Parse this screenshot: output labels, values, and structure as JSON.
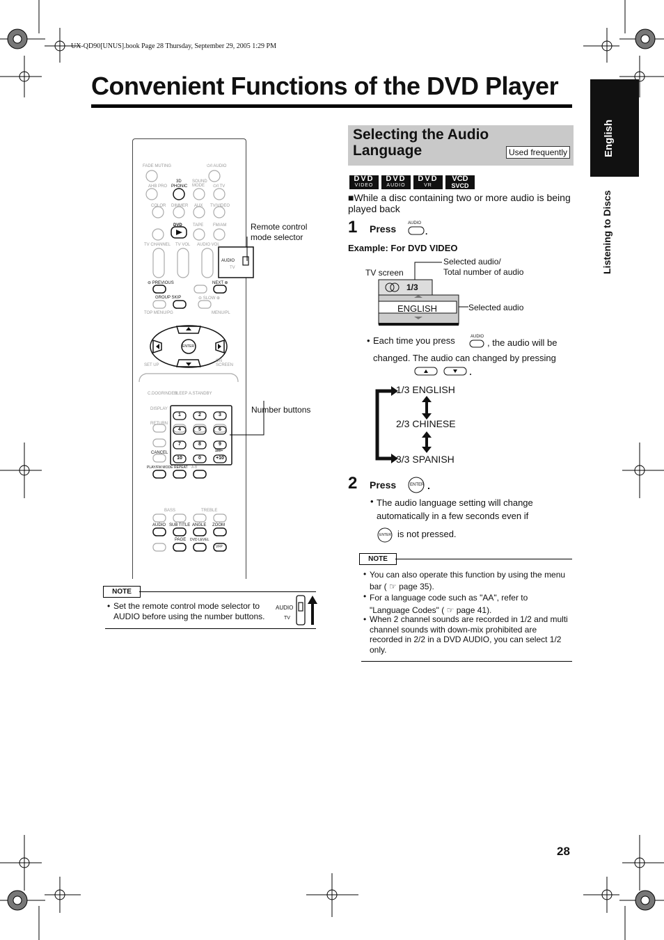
{
  "header": {
    "book_line": "UX-QD90[UNUS].book  Page 28  Thursday, September 29, 2005  1:29 PM"
  },
  "page": {
    "title": "Convenient Functions of the DVD Player",
    "number": "28"
  },
  "sidebar": {
    "tab_label": "English",
    "section_label": "Listening to Discs"
  },
  "remote": {
    "callouts": {
      "mode_selector": "Remote control\nmode selector",
      "number_buttons": "Number buttons"
    },
    "labels": {
      "fade_muting": "FADE MUTING",
      "audio_power": "⏻/I AUDIO",
      "three_d": "3D",
      "phonic": "PHONIC",
      "sound_mode": "SOUND MODE",
      "ahb_pro": "AHB PRO",
      "tv_power": "⏻/I TV",
      "color": "COLOR",
      "dimmer": "DIMMER",
      "aux": "AUX",
      "tv_video": "TV/VIDEO",
      "dvd": "DVD",
      "tape": "TAPE",
      "fm_am": "FM/AM",
      "tv_channel": "TV CHANNEL",
      "tv_vol": "TV VOL",
      "audio_vol": "AUDIO VOL",
      "switch_audio": "AUDIO",
      "switch_tv": "TV",
      "previous": "⊖ PREVIOUS",
      "next": "NEXT ⊕",
      "group_skip": "GROUP SKIP",
      "slow": "⊖ SLOW ⊕",
      "top_menu": "TOP MENU/PG",
      "menu_pl": "MENU/PL",
      "enter": "ENTER",
      "set_up": "SET UP",
      "on_screen": "ON SCREEN",
      "c_dogrinder": "C.DOGRINDER",
      "sleep": "SLEEP",
      "a_standby": "A.STANDBY",
      "display": "DISPLAY",
      "return": "RETURN",
      "cancel": "CANCEL",
      "play_fm_mode": "PLAY/FM MODE",
      "repeat": "REPEAT",
      "a_b": "A-B",
      "bass": "BASS",
      "treble": "TREBLE",
      "audio": "AUDIO",
      "subtitle": "SUB TITLE",
      "angle": "ANGLE",
      "zoom": "ZOOM",
      "page": "PAGE",
      "dvd_level": "DVD LEVEL",
      "vfp": "VFP"
    },
    "numbers": [
      "1",
      "2",
      "3",
      "4",
      "5",
      "6",
      "7",
      "8",
      "9",
      "10",
      "0",
      "+10"
    ],
    "num_extra": "100+"
  },
  "left_note": {
    "label": "NOTE",
    "bullet": "Set the remote control mode selector to AUDIO before using the number buttons.",
    "switch_audio": "AUDIO",
    "switch_tv": "TV"
  },
  "section": {
    "heading": "Selecting the Audio Language",
    "badge": "Used frequently",
    "logos": [
      {
        "top": "DVD",
        "bottom": "VIDEO"
      },
      {
        "top": "DVD",
        "bottom": "AUDIO"
      },
      {
        "top": "DVD",
        "bottom": "VR"
      },
      {
        "top": "VCD",
        "bottom": "SVCD"
      }
    ],
    "intro": "■While a disc containing two or more audio is being played back",
    "step1": {
      "num": "1",
      "press": "Press",
      "button_label": "AUDIO",
      "example": "Example: For DVD VIDEO",
      "tv_screen": "TV screen",
      "selected_count": "Selected audio/\nTotal number of audio",
      "selected_audio": "Selected audio",
      "osd_fraction": "1/3",
      "osd_language": "ENGLISH",
      "bullet_a": "Each time you press",
      "bullet_b": ", the audio will be changed. The audio can changed by pressing",
      "cycle": [
        "1/3 ENGLISH",
        "2/3 CHINESE",
        "3/3 SPANISH"
      ]
    },
    "step2": {
      "num": "2",
      "press": "Press",
      "button_label": "ENTER",
      "bullet": "The audio language setting will change automatically in a few seconds even if",
      "bullet_end": "is not pressed."
    },
    "note": {
      "label": "NOTE",
      "items": [
        "You can also operate this function by using the menu bar ( ☞ page 35).",
        "For a language code such as \"AA\", refer to \"Language Codes\" ( ☞ page 41).",
        "When 2 channel sounds are recorded in 1/2 and multi channel sounds with down-mix prohibited are recorded in 2/2 in a DVD AUDIO, you can select 1/2 only."
      ]
    }
  }
}
